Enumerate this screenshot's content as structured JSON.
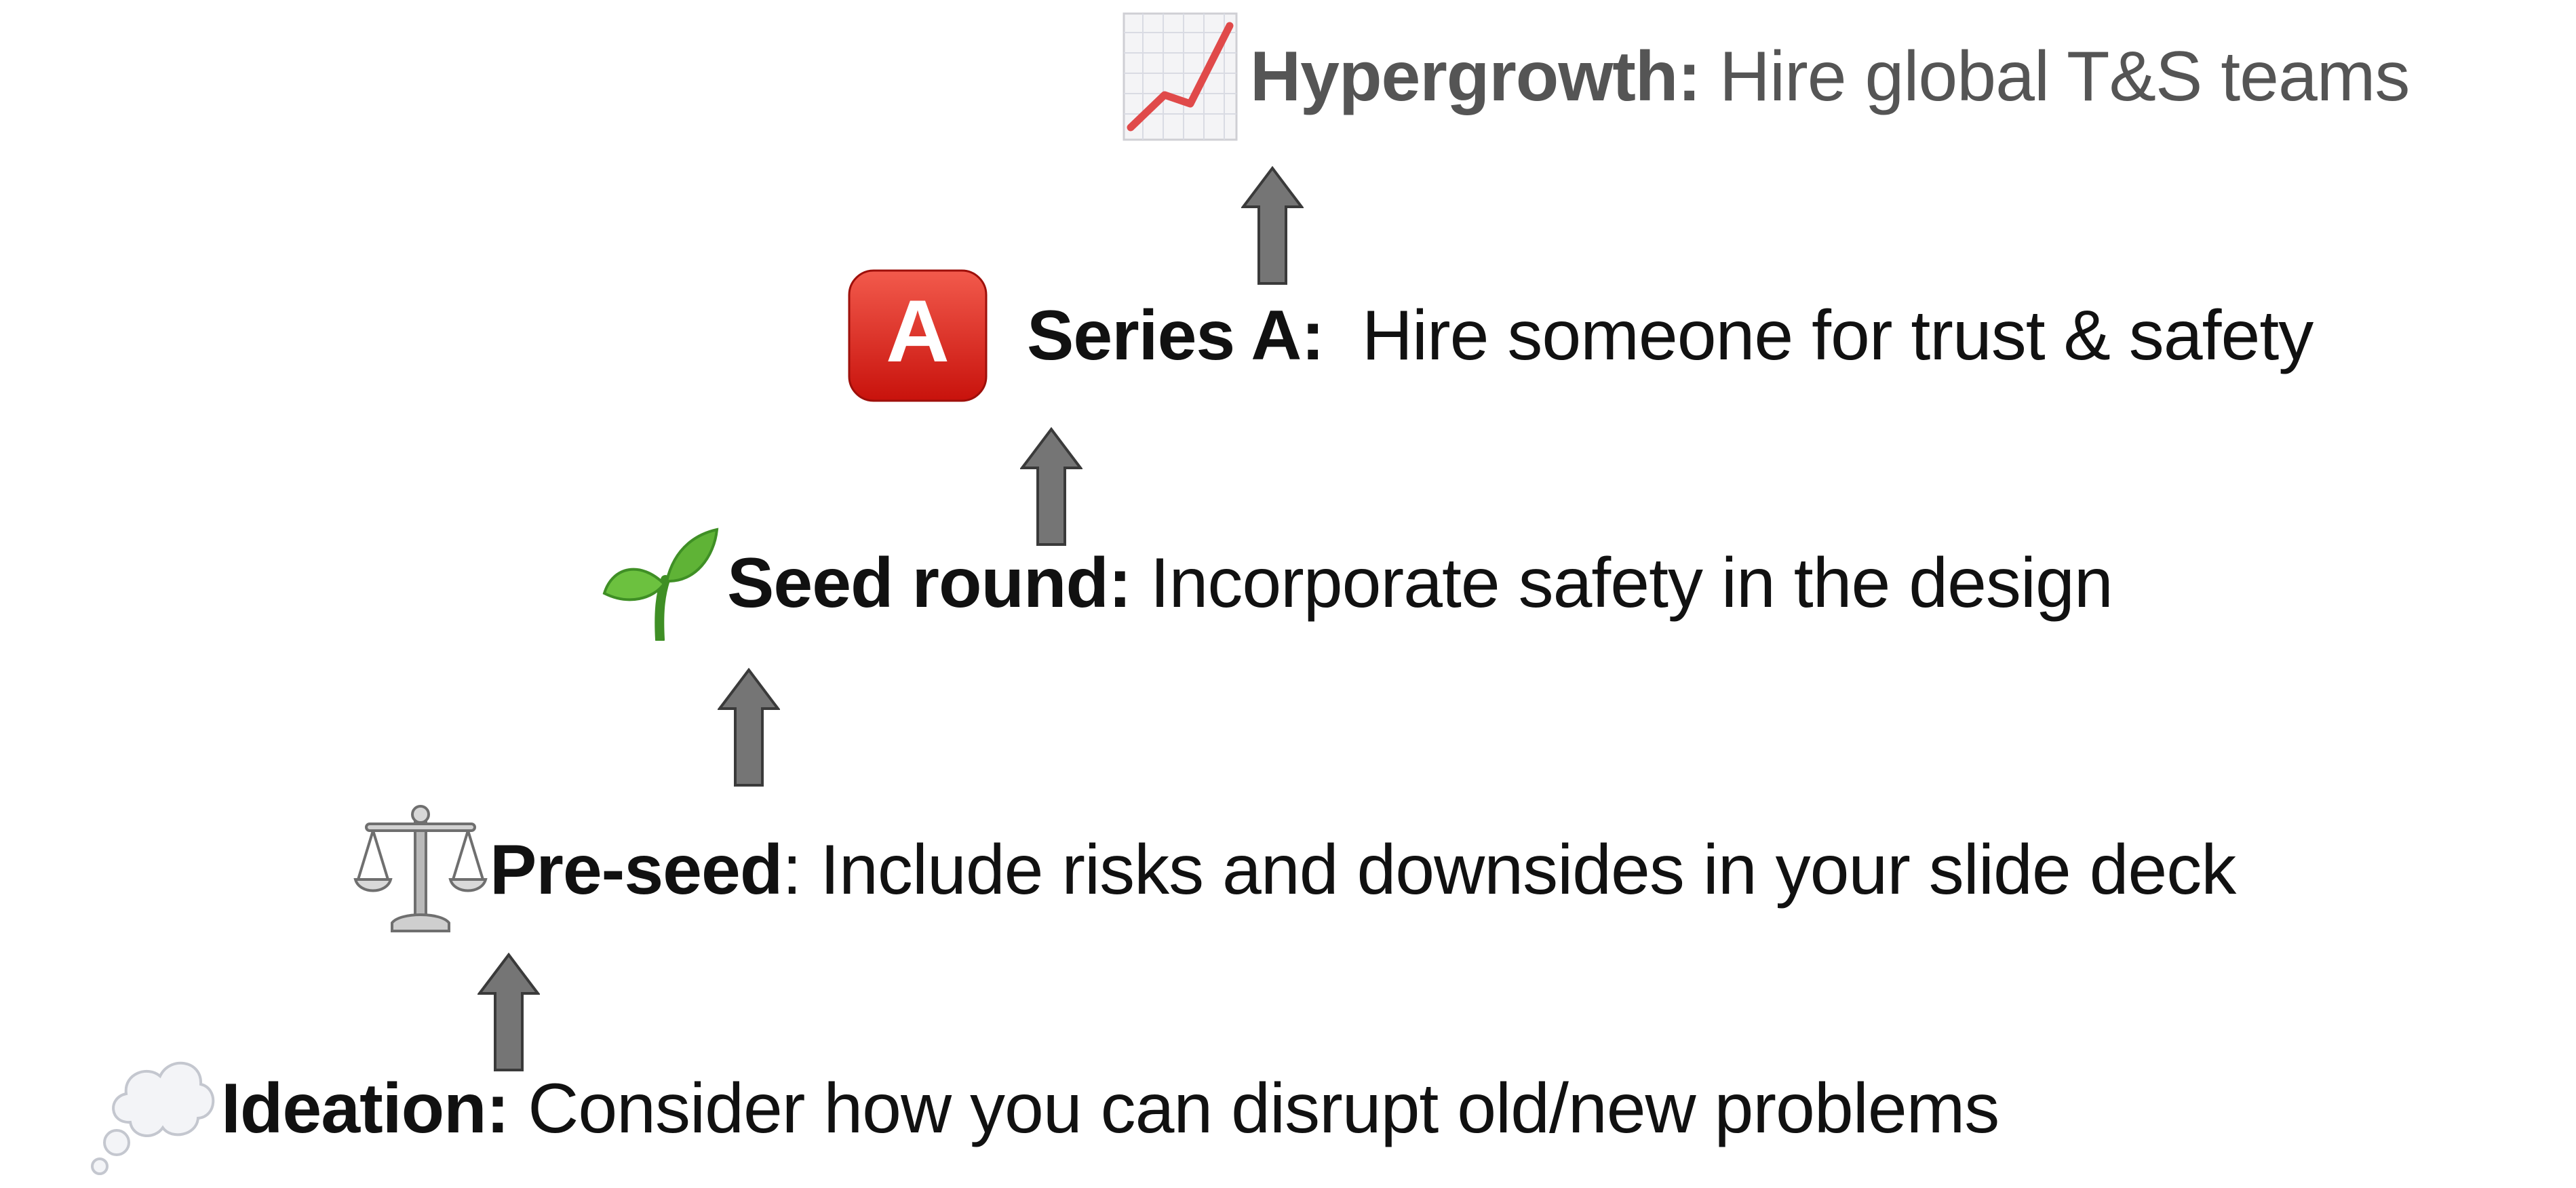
{
  "stages": [
    {
      "name": "Hypergrowth:",
      "description": " Hire global T&S teams",
      "icon": "chart-increasing-icon"
    },
    {
      "name": "Series A:",
      "description": "  Hire someone for trust & safety",
      "icon": "letter-a-button-icon",
      "icon_letter": "A"
    },
    {
      "name": "Seed round:",
      "description": " Incorporate safety in the design",
      "icon": "seedling-icon"
    },
    {
      "name": "Pre-seed",
      "description": ": Include risks and downsides in your slide deck",
      "icon": "balance-scale-icon"
    },
    {
      "name": "Ideation:",
      "description": " Consider how you can disrupt old/new problems",
      "icon": "thought-balloon-icon"
    }
  ],
  "colors": {
    "text": "#111111",
    "muted_text": "#555555",
    "arrow_fill": "#757575",
    "arrow_stroke": "#3a3a3a",
    "badge_red": "#e0201b",
    "seedling_green": "#5fb336",
    "chart_line": "#e04a4a"
  }
}
